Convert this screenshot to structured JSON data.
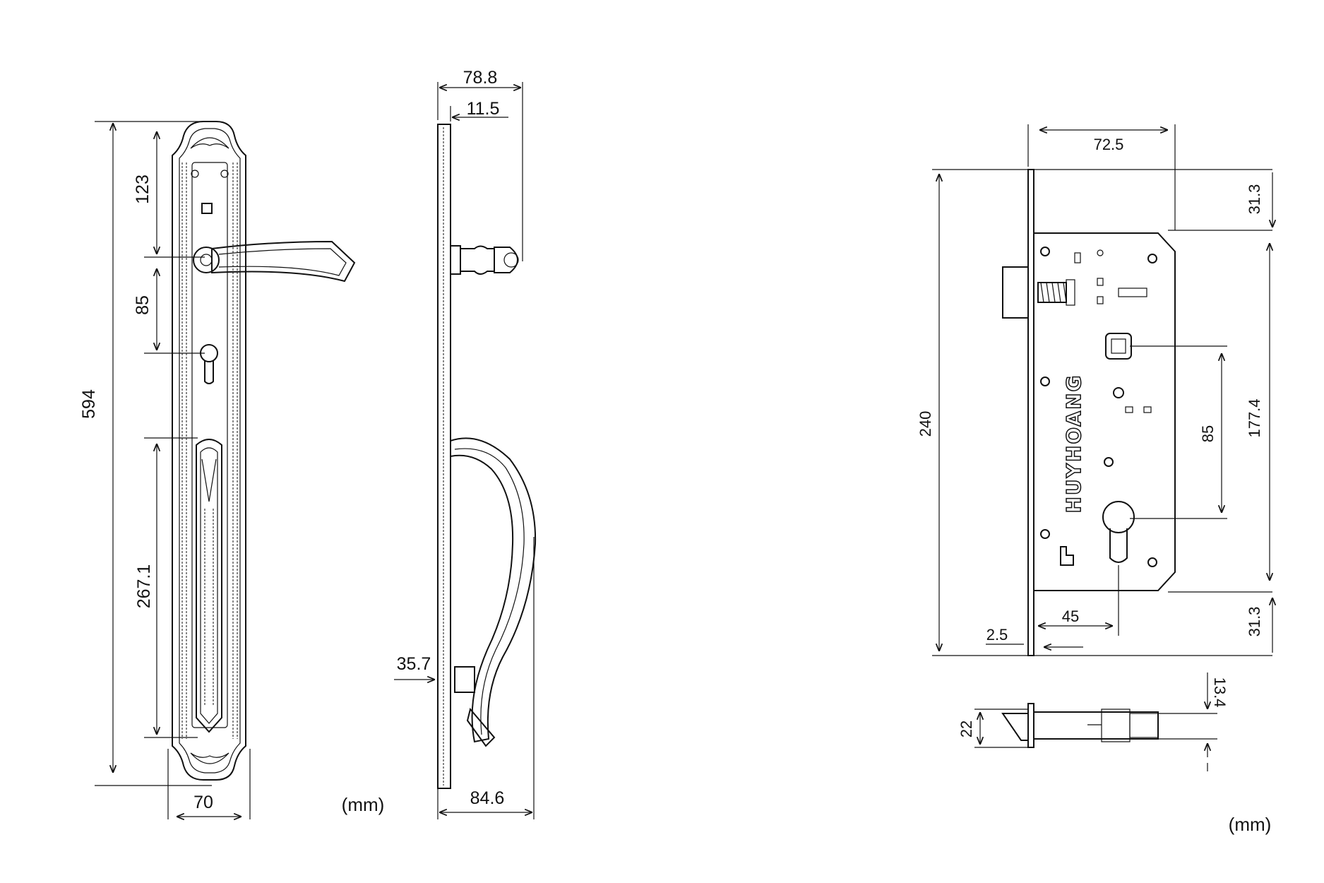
{
  "handle_drawing": {
    "dimensions": {
      "total_height": "594",
      "top_to_lever": "123",
      "lever_to_keyhole": "85",
      "pull_handle_length": "267.1",
      "plate_width": "70",
      "side_depth_top": "78.8",
      "plate_thickness": "11.5",
      "side_offset": "35.7",
      "side_depth_bottom": "84.6"
    },
    "unit": "(mm)"
  },
  "lock_body_drawing": {
    "brand_text": "HUYHOANG",
    "dimensions": {
      "body_width": "72.5",
      "faceplate_height": "240",
      "top_margin": "31.3",
      "case_height": "177.4",
      "center_distance": "85",
      "bottom_margin": "31.3",
      "backset": "45",
      "faceplate_thickness": "2.5",
      "latch_projection": "13.4",
      "latch_height": "22"
    },
    "unit": "(mm)"
  }
}
